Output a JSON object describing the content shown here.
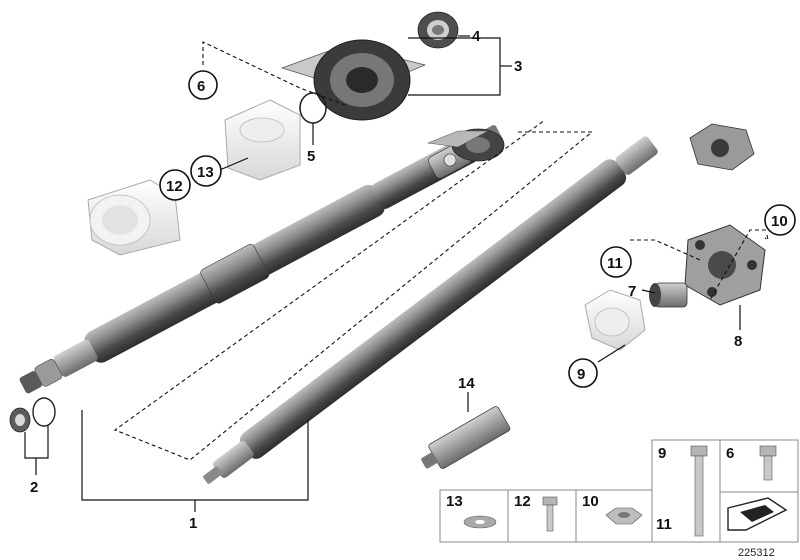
{
  "diagram": {
    "callouts": {
      "c1": "1",
      "c2": "2",
      "c3": "3",
      "c4": "4",
      "c5": "5",
      "c6": "6",
      "c7": "7",
      "c8": "8",
      "c9": "9",
      "c10": "10",
      "c11": "11",
      "c12": "12",
      "c13": "13",
      "c14": "14"
    },
    "legend": {
      "b9": "9",
      "b6": "6",
      "b13": "13",
      "b12": "12",
      "b10": "10",
      "b11": "11"
    },
    "code": "225312"
  }
}
